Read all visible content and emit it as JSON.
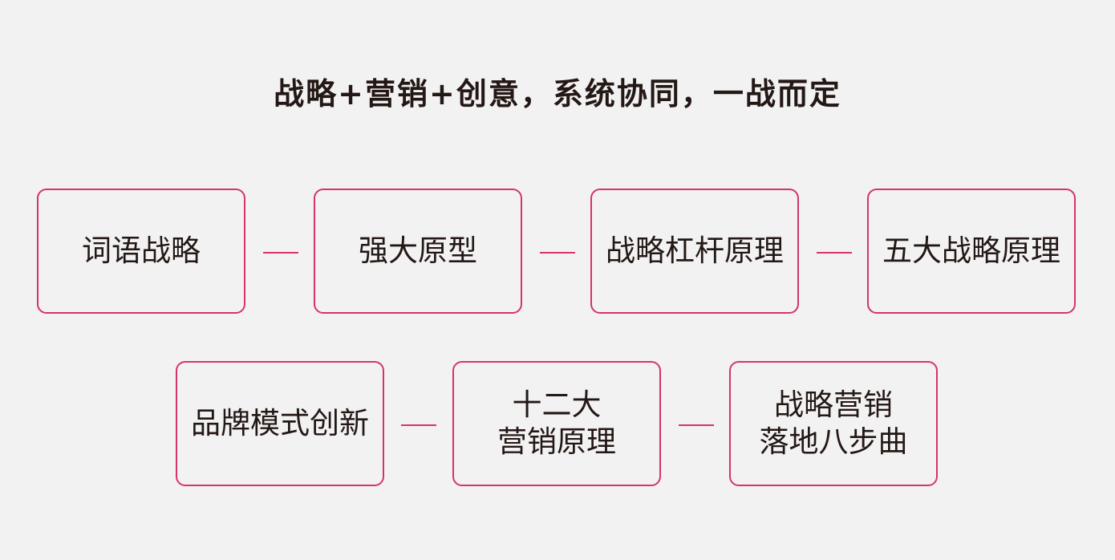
{
  "title": "战略+营销+创意，系统协同，一战而定",
  "row1": [
    {
      "lines": [
        "词语战略"
      ]
    },
    {
      "lines": [
        "强大原型"
      ]
    },
    {
      "lines": [
        "战略杠杆原理"
      ]
    },
    {
      "lines": [
        "五大战略原理"
      ]
    }
  ],
  "row2": [
    {
      "lines": [
        "品牌模式创新"
      ]
    },
    {
      "lines": [
        "十二大",
        "营销原理"
      ]
    },
    {
      "lines": [
        "战略营销",
        "落地八步曲"
      ]
    }
  ],
  "colors": {
    "accent": "#d6336c",
    "background": "#f2f2f2",
    "text": "#231815"
  }
}
